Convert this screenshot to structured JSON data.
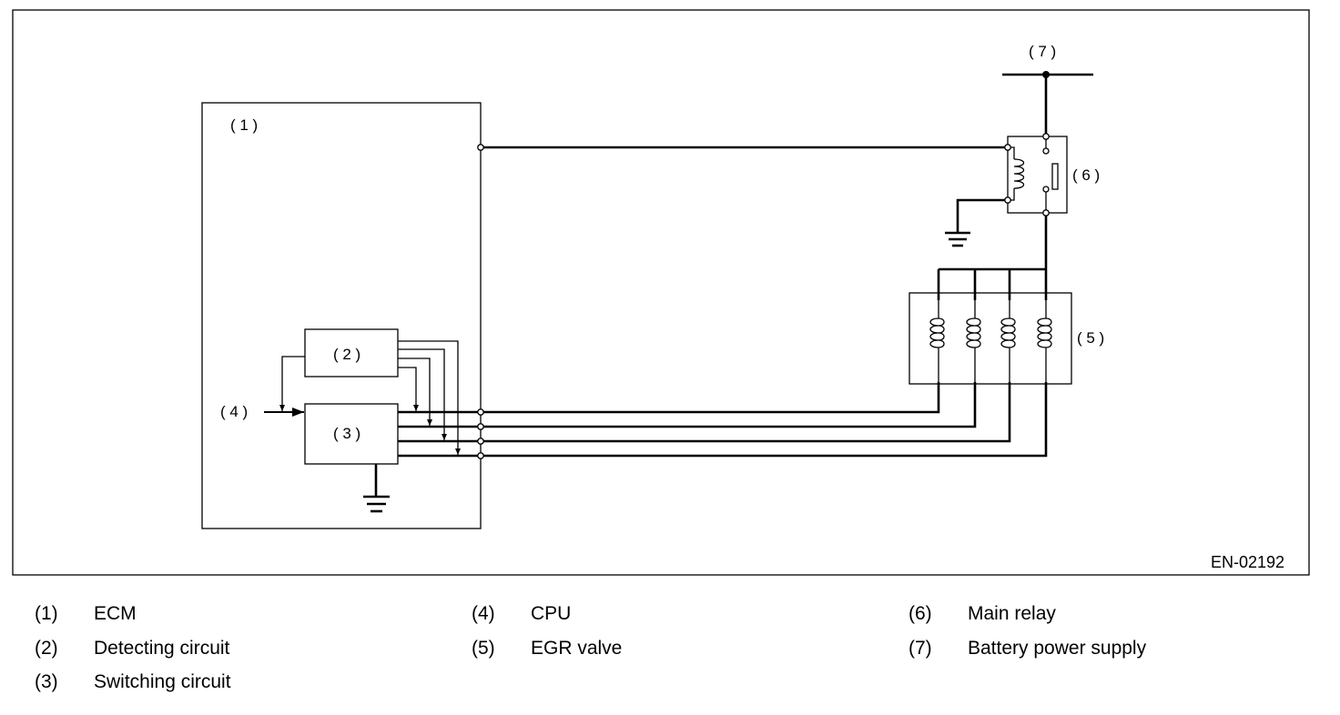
{
  "diagram": {
    "ecm_tag": "( 1 )",
    "detect_tag": "( 2 )",
    "switch_tag": "( 3 )",
    "cpu_tag": "( 4 )",
    "egr_tag": "( 5 )",
    "relay_tag": "( 6 )",
    "battery_tag": "( 7 )",
    "code": "EN-02192"
  },
  "legend": [
    {
      "num": "(1)",
      "text": "ECM"
    },
    {
      "num": "(2)",
      "text": "Detecting circuit"
    },
    {
      "num": "(3)",
      "text": "Switching circuit"
    },
    {
      "num": "(4)",
      "text": "CPU"
    },
    {
      "num": "(5)",
      "text": "EGR valve"
    },
    {
      "num": "(6)",
      "text": "Main relay"
    },
    {
      "num": "(7)",
      "text": "Battery power supply"
    }
  ]
}
